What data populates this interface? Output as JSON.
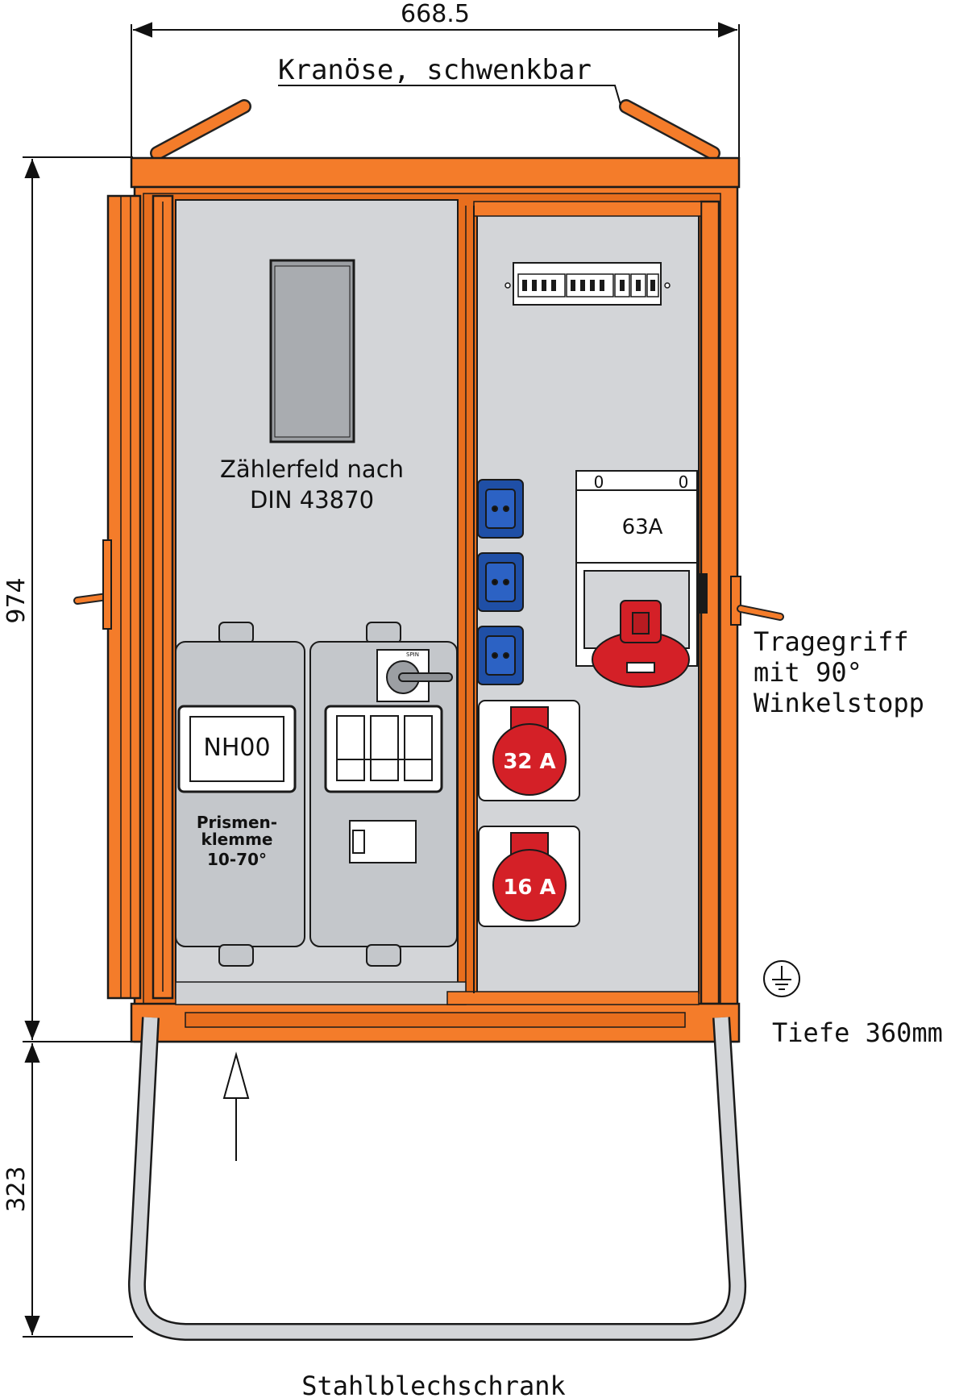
{
  "colors": {
    "housing": "#f47c2a",
    "panel": "#d3d5d8",
    "panel_dark": "#c4c7cb",
    "socket_blue": "#1f4fa6",
    "socket_red": "#d42027",
    "outline": "#1a1a1a"
  },
  "dimensions": {
    "width": "668.5",
    "height_cabinet": "974",
    "height_stand": "323"
  },
  "labels": {
    "crane_eye": "Kranöse, schwenkbar",
    "meter_field_line1": "Zählerfeld nach",
    "meter_field_line2": "DIN 43870",
    "fuse": "NH00",
    "prism_line1": "Prismen-",
    "prism_line2": "klemme",
    "prism_line3": "10-70°",
    "switch_zero_left": "0",
    "switch_zero_right": "0",
    "main_rating": "63A",
    "socket_32": "32 A",
    "socket_16": "16 A",
    "handle_line1": "Tragegriff",
    "handle_line2": "mit 90°",
    "handle_line3": "Winkelstopp",
    "depth": "Tiefe 360mm",
    "cabinet_type": "Stahlblechschrank",
    "switch_tag": "SPIN"
  },
  "icons": {
    "ground": "earth-ground-icon",
    "cable_entry": "arrow-up-icon"
  }
}
